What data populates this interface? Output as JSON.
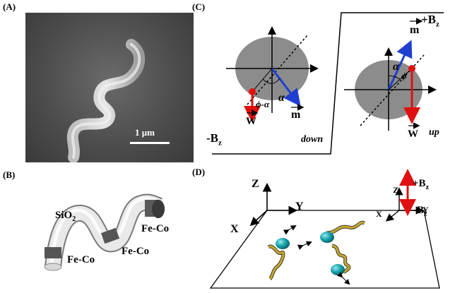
{
  "panels": {
    "a": "(A)",
    "b": "(B)",
    "c": "(C)",
    "d": "(D)"
  },
  "panel_a": {
    "scale_label": "1 μm"
  },
  "panel_b": {
    "sio2": "SiO",
    "sio2_sub": "2",
    "feco_top": "Fe-Co",
    "feco_mid": "Fe-Co",
    "feco_bottom": "Fe-Co"
  },
  "panel_c": {
    "plus_bz": "+B",
    "plus_bz_sub": "z",
    "minus_bz": "-B",
    "minus_bz_sub": "z",
    "m_left": "m",
    "m_right": "m",
    "w_left": "W",
    "w_right": "W",
    "alpha_left": "α",
    "alpha_right": "α",
    "phi_alpha": "ϕ-α",
    "phi_right": "ϕ",
    "down": "down",
    "up": "up"
  },
  "panel_d": {
    "z_axis": "Z",
    "y_axis": "Y",
    "x_axis": "X",
    "z_small": "Z",
    "x_small": "X",
    "y_small": "Y",
    "plus_bz": "+B",
    "plus_bz_sub": "z",
    "minus_bz": "-B",
    "minus_bz_sub": "z"
  },
  "colors": {
    "arrow_blue": "#1f3fd0",
    "arrow_red": "#e01010",
    "disk_gray": "#8c8c8c",
    "sphere_teal": "#1aa7b0",
    "helix_gold": "#c8a830"
  }
}
